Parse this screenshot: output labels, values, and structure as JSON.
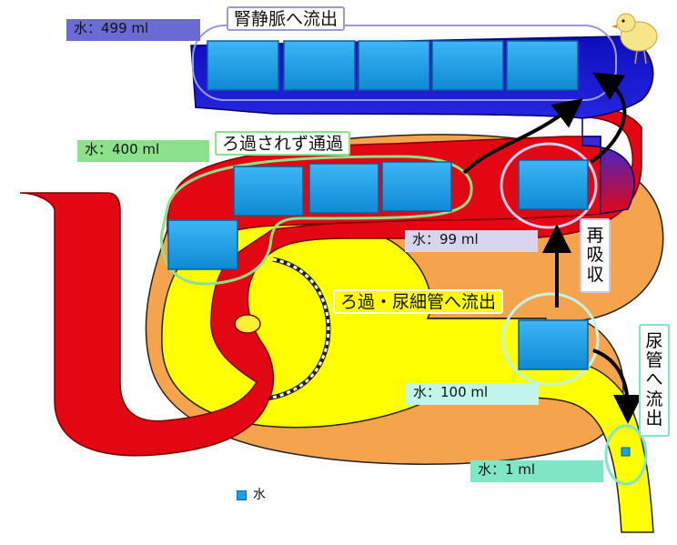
{
  "labels": {
    "renal_vein": "腎静脈へ流出",
    "not_filtered": "ろ過されず通過",
    "filtered": "ろ過・尿細管へ流出",
    "reabsorb": [
      "再",
      "吸",
      "収"
    ],
    "ureter": [
      "尿",
      "管",
      "へ",
      "流",
      "出"
    ]
  },
  "water": {
    "renal_vein": "水：499 ml",
    "not_filtered": "水：400 ml",
    "reabsorbed": "水：99 ml",
    "filtered": "水：100 ml",
    "urine": "水：1 ml"
  },
  "legend": {
    "label": "水"
  },
  "colors": {
    "blood_red": "#e30613",
    "vein_blue": "#1a1ad6",
    "tubule_yellow": "#ffff00",
    "capsule_orange": "#f5a34c",
    "water_block": "#1aa0e8",
    "renal_vein_tag": "#6b6bd6",
    "not_filtered_tag": "#8be28b",
    "reabsorbed_tag": "#c9c9ef",
    "filtered_tag": "#bff5ea",
    "urine_tag": "#7fe6c8"
  }
}
